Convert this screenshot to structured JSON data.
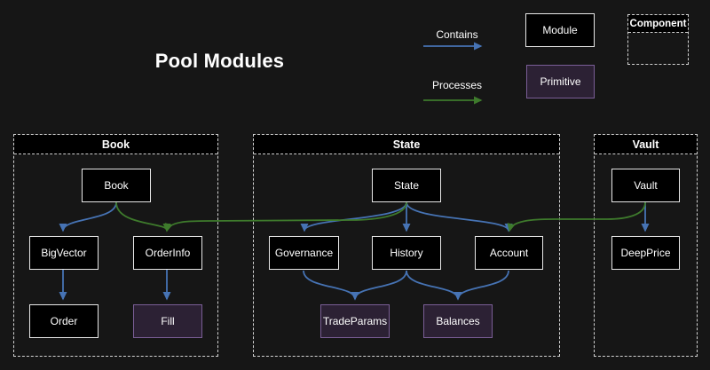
{
  "header": {
    "title": "Pool Modules"
  },
  "legend": {
    "contains_label": "Contains",
    "processes_label": "Processes",
    "module_label": "Module",
    "primitive_label": "Primitive",
    "component_label": "Component"
  },
  "colors": {
    "background": "#161616",
    "module_fill": "#000000",
    "module_border": "#e8e8e8",
    "primitive_fill": "#2c2134",
    "primitive_border": "#7a5e96",
    "contains_arrow_blue": "#4673b4",
    "processes_arrow_green": "#3e7a2c",
    "dashed_border": "#d2d2d2",
    "text": "#ffffff"
  },
  "book": {
    "title": "Book",
    "nodes": {
      "book": "Book",
      "bigvector": "BigVector",
      "orderinfo": "OrderInfo",
      "order": "Order",
      "fill": "Fill"
    }
  },
  "state": {
    "title": "State",
    "nodes": {
      "state": "State",
      "governance": "Governance",
      "history": "History",
      "account": "Account",
      "tradeparams": "TradeParams",
      "balances": "Balances"
    }
  },
  "vault": {
    "title": "Vault",
    "nodes": {
      "vault": "Vault",
      "deepprice": "DeepPrice"
    }
  },
  "edges": {
    "contains": [
      [
        "Book",
        "BigVector"
      ],
      [
        "BigVector",
        "Order"
      ],
      [
        "OrderInfo",
        "Fill"
      ],
      [
        "State",
        "Governance"
      ],
      [
        "State",
        "History"
      ],
      [
        "State",
        "Account"
      ],
      [
        "Governance",
        "TradeParams"
      ],
      [
        "History",
        "TradeParams"
      ],
      [
        "History",
        "Balances"
      ],
      [
        "Account",
        "Balances"
      ],
      [
        "Vault",
        "DeepPrice"
      ]
    ],
    "processes": [
      [
        "Book",
        "OrderInfo"
      ],
      [
        "State",
        "OrderInfo"
      ],
      [
        "Vault",
        "Account"
      ]
    ]
  }
}
